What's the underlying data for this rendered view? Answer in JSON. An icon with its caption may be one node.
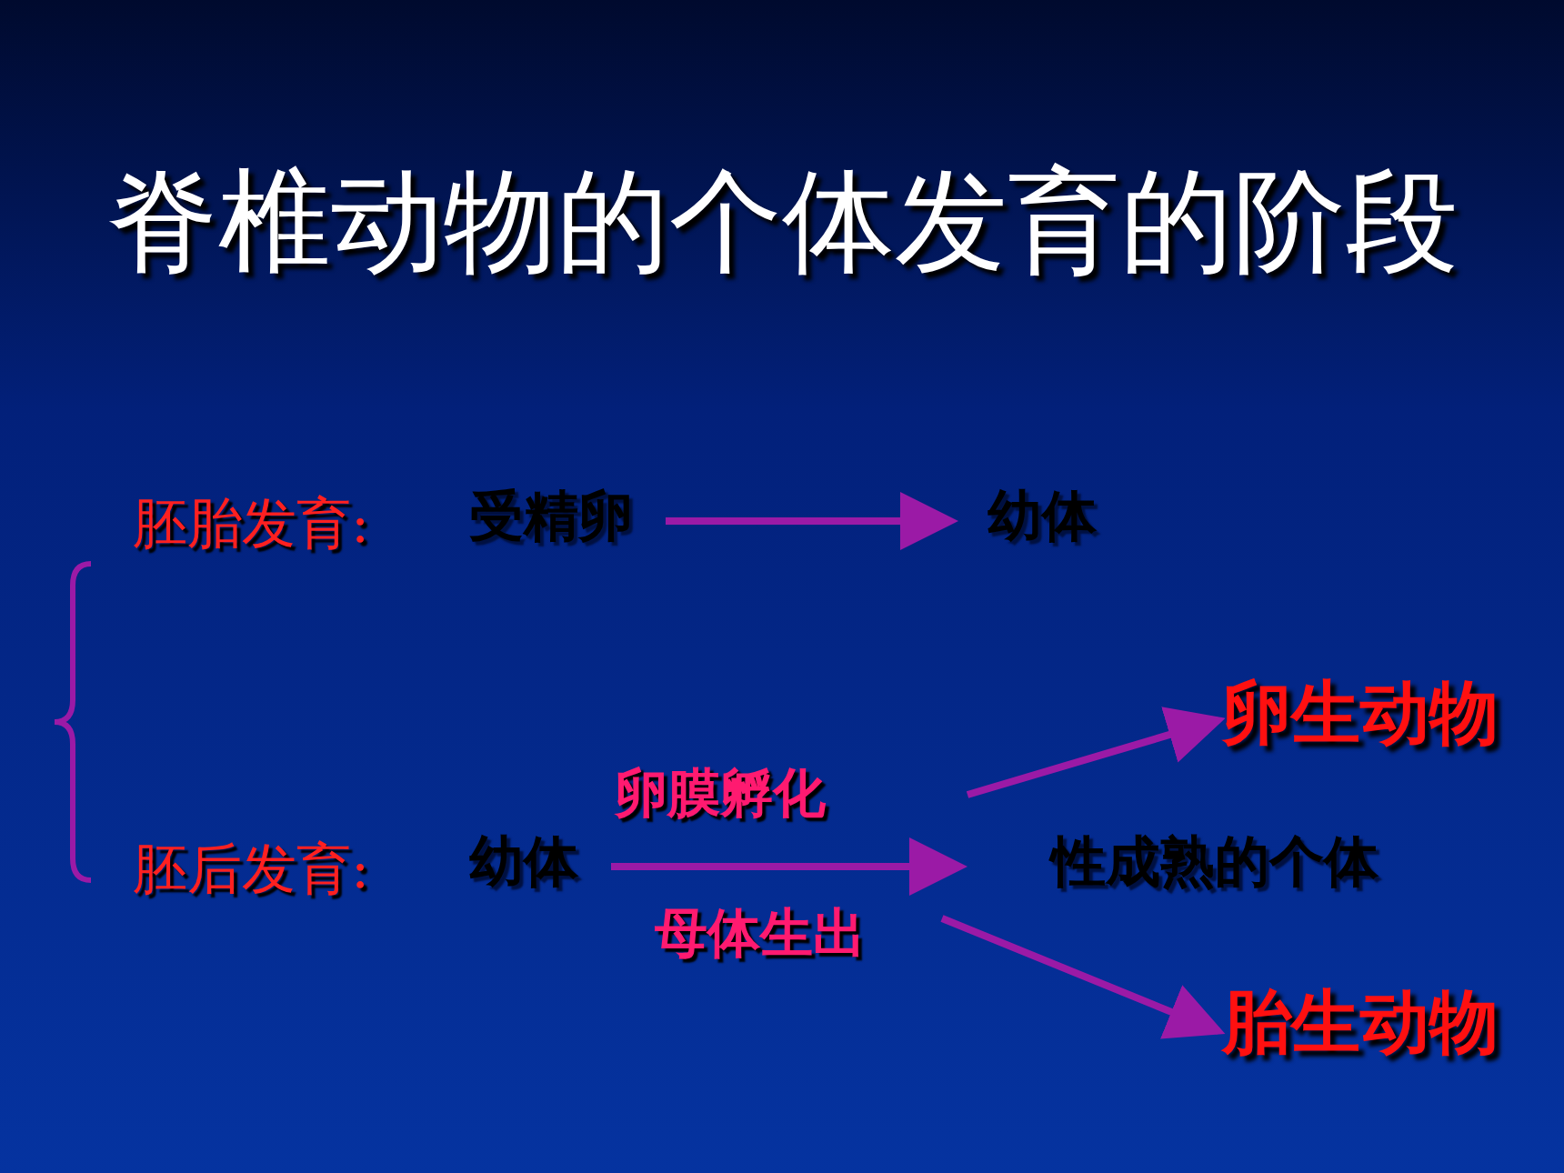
{
  "diagram": {
    "title": "脊椎动物的个体发育的阶段",
    "nodes": [
      {
        "text": [
          "受精卵"
        ]
      },
      {
        "text": [
          "幼体"
        ]
      },
      {
        "text": [
          "幼体"
        ]
      },
      {
        "text": [
          "性成熟的个体"
        ]
      },
      {
        "text": [
          "卵生动物"
        ]
      },
      {
        "text": [
          "胎生动物"
        ]
      }
    ],
    "edges": [
      {
        "from": 0,
        "to": 1,
        "arrow": "to"
      },
      {
        "from": 2,
        "to": 3,
        "arrow": "to"
      },
      {
        "from": null,
        "to": 4,
        "label": "卵膜孵化",
        "arrow": "to"
      },
      {
        "from": null,
        "to": 5,
        "label": "母体生出",
        "arrow": "to"
      }
    ],
    "labels": [
      "胚胎发育:",
      "胚后发育:"
    ]
  }
}
